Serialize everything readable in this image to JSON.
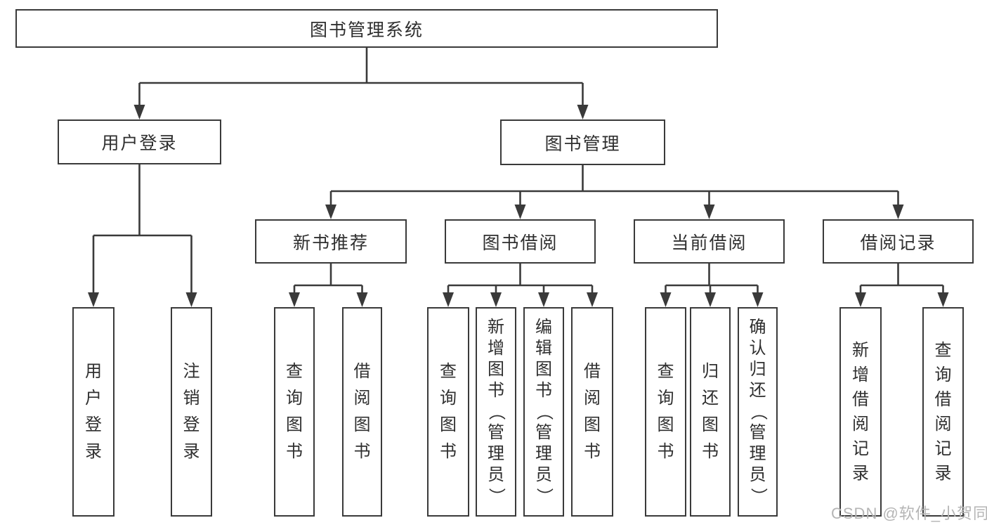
{
  "diagram": {
    "nodes": {
      "root": {
        "label": "图书管理系统",
        "parent": null
      },
      "user_login": {
        "label": "用户登录",
        "parent": "root"
      },
      "book_management": {
        "label": "图书管理",
        "parent": "root"
      },
      "new_book_recommend": {
        "label": "新书推荐",
        "parent": "book_management"
      },
      "book_borrowing": {
        "label": "图书借阅",
        "parent": "book_management"
      },
      "current_borrowing": {
        "label": "当前借阅",
        "parent": "book_management"
      },
      "borrowing_records": {
        "label": "借阅记录",
        "parent": "book_management"
      },
      "login": {
        "label": "用户登录",
        "parent": "user_login",
        "vertical": true
      },
      "logout": {
        "label": "注销登录",
        "parent": "user_login",
        "vertical": true
      },
      "nbr_query_books": {
        "label": "查询图书",
        "parent": "new_book_recommend",
        "vertical": true
      },
      "nbr_borrow_books": {
        "label": "借阅图书",
        "parent": "new_book_recommend",
        "vertical": true
      },
      "bb_query_books": {
        "label": "查询图书",
        "parent": "book_borrowing",
        "vertical": true
      },
      "bb_add_books": {
        "label": "新增图书（管理员）",
        "parent": "book_borrowing",
        "vertical": true
      },
      "bb_edit_books": {
        "label": "编辑图书（管理员）",
        "parent": "book_borrowing",
        "vertical": true
      },
      "bb_borrow_books": {
        "label": "借阅图书",
        "parent": "book_borrowing",
        "vertical": true
      },
      "cb_query_books": {
        "label": "查询图书",
        "parent": "current_borrowing",
        "vertical": true
      },
      "cb_return_books": {
        "label": "归还图书",
        "parent": "current_borrowing",
        "vertical": true
      },
      "cb_confirm_return": {
        "label": "确认归还（管理员）",
        "parent": "current_borrowing",
        "vertical": true
      },
      "br_add_record": {
        "label": "新增借阅记录",
        "parent": "borrowing_records",
        "vertical": true
      },
      "br_query_record": {
        "label": "查询借阅记录",
        "parent": "borrowing_records",
        "vertical": true
      }
    },
    "watermark": "CSDN @软件_小贺同学",
    "colors": {
      "line": "#3a3a3a",
      "text": "#2f2f2f",
      "watermark": "#b5b5b5",
      "background": "#ffffff"
    }
  }
}
